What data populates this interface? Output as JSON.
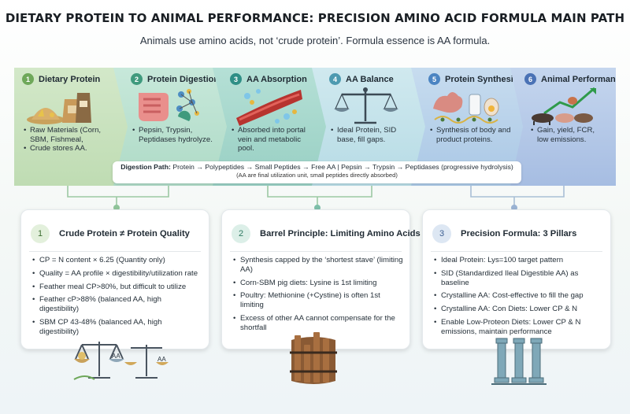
{
  "title": "DIETARY PROTEIN TO ANIMAL PERFORMANCE: PRECISION AMINO ACID FORMULA MAIN PATH",
  "subtitle": "Animals use amino acids, not ‘crude protein’. Formula essence is AA formula.",
  "colors": {
    "step1": "#c9e2bf",
    "step2": "#b8e0d0",
    "step3": "#a6d7cd",
    "step4": "#c4e2ea",
    "step5": "#b8d0e8",
    "step6": "#b3c7e6",
    "num1": "#6ea85a",
    "num2": "#3f9a7d",
    "num3": "#2f8f86",
    "num4": "#4d9ab0",
    "num5": "#4b84c2",
    "num6": "#4a72b5",
    "connector": "#9cc9a3"
  },
  "steps": [
    {
      "num": "1",
      "title": "Dietary Protein",
      "icon": "feed-bags-icon",
      "bullets": [
        "Raw Materials (Corn, SBM, Fishmeal,",
        "Crude stores AA."
      ]
    },
    {
      "num": "2",
      "title": "Protein Digestion",
      "icon": "intestine-icon",
      "bullets": [
        "Pepsin, Trypsin, Peptidases hydrolyze."
      ]
    },
    {
      "num": "3",
      "title": "AA Absorption",
      "icon": "blood-vessel-icon",
      "bullets": [
        "Absorbed into portal vein and metabolic pool."
      ]
    },
    {
      "num": "4",
      "title": "AA Balance",
      "icon": "balance-scale-icon",
      "bullets": [
        "Ideal Protein, SID base, fill gaps."
      ]
    },
    {
      "num": "5",
      "title": "Protein Synthesis",
      "icon": "muscle-milk-egg-icon",
      "bullets": [
        "Synthesis of body and product proteins."
      ]
    },
    {
      "num": "6",
      "title": "Animal Performance",
      "icon": "livestock-growth-icon",
      "bullets": [
        "Gain, yield, FCR, low emissions."
      ]
    }
  ],
  "digestion": {
    "label": "Digestion Path:",
    "path": "Protein → Polypeptides → Small Peptides → Free AA  |  Pepsin → Trypsin → Peptidases (progressive hydrolysis)",
    "note": "(AA are final utilization unit, small peptides directly absorbed)"
  },
  "cards": [
    {
      "num": "1",
      "title": "Crude Protein ≠ Protein Quality",
      "icon": "scales-aa-icon",
      "bullets": [
        "CP = N content × 6.25 (Quantity only)",
        "Quality = AA profile × digestibility/utilization rate",
        "Feather meal CP>80%, but difficult to utilize",
        "Feather cP>88% (balanced AA, high digestibility)",
        "SBM CP 43-48% (balanced AA, high digestibility)"
      ]
    },
    {
      "num": "2",
      "title": "Barrel Principle: Limiting Amino Acids",
      "icon": "barrel-icon",
      "bullets": [
        "Synthesis capped by the ‘shortest stave’ (limiting AA)",
        "Corn-SBM pig diets: Lysine is 1st limiting",
        "Poultry: Methionine (+Cystine) is often 1st limiting",
        "Excess of other AA cannot compensate for the shortfall"
      ]
    },
    {
      "num": "3",
      "title": "Precision Formula: 3 Pillars",
      "icon": "pillars-icon",
      "bullets": [
        "Ideal Protein: Lys=100 target pattern",
        "SID (Standardized Ileal Digestible AA) as baseline",
        "Crystalline AA: Cost-effective to fill the gap",
        "Crystalline AA: Con Diets: Lower CP & N",
        "Enable Low-Proteon Diets: Lower CP & N emissions, maintain performance"
      ]
    }
  ]
}
